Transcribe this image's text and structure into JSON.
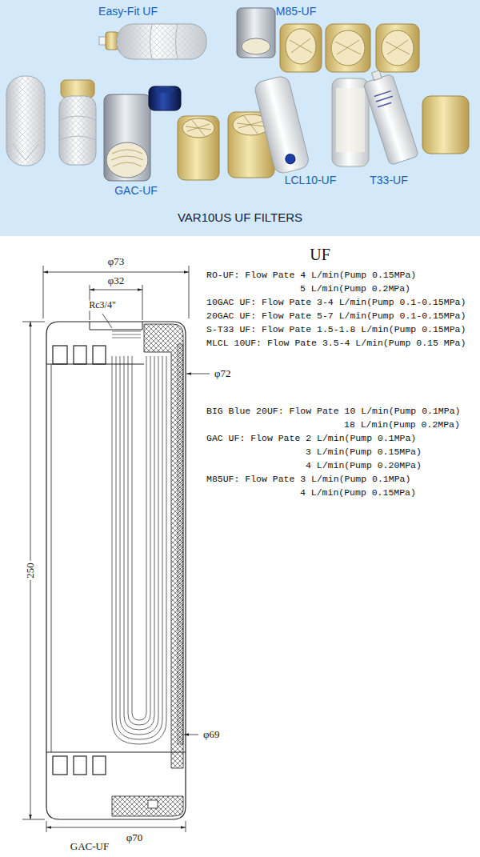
{
  "diagram": {
    "title": "VAR10US UF FILTERS",
    "caption": "GAC-UF",
    "labels": [
      "Easy-Fit UF",
      "M85-UF",
      "GAC-UF",
      "LCL10-UF",
      "T33-UF",
      "UF",
      "RO-UF: Flow Pate 4 L/min(Pump 0.15MPa)",
      "5 L/min(Pump 0.2MPa)",
      "10GAC UF: Flow Pate 3-4 L/min(Pump 0.1-0.15MPa)",
      "20GAC UF: Flow Pate 5-7 L/min(Pump 0.1-0.15MPa)",
      "S-T33 UF: Flow Pate 1.5-1.8 L/min(Pump 0.15MPa)",
      "MLCL 10UF: Flow Pate 3.5-4 L/min(Pump 0.15 MPa)",
      "BIG Blue 20UF: Flow Pate 10 L/min(Pump 0.1MPa)",
      "18 L/min(Pump 0.2MPa)",
      "GAC UF: Flow Pate 2 L/min(Pump 0.1MPa)",
      "3 L/min(Pump 0.15MPa)",
      "4 L/min(Pump 0.20MPa)",
      "M85UF: Flow Pate 3 L/min(Pump 0.1MPa)",
      "4 L/min(Pump 0.15MPa)",
      "φ73",
      "φ32",
      "Rc3/4\"",
      "φ72",
      "250",
      "φ69",
      "φ70"
    ]
  }
}
